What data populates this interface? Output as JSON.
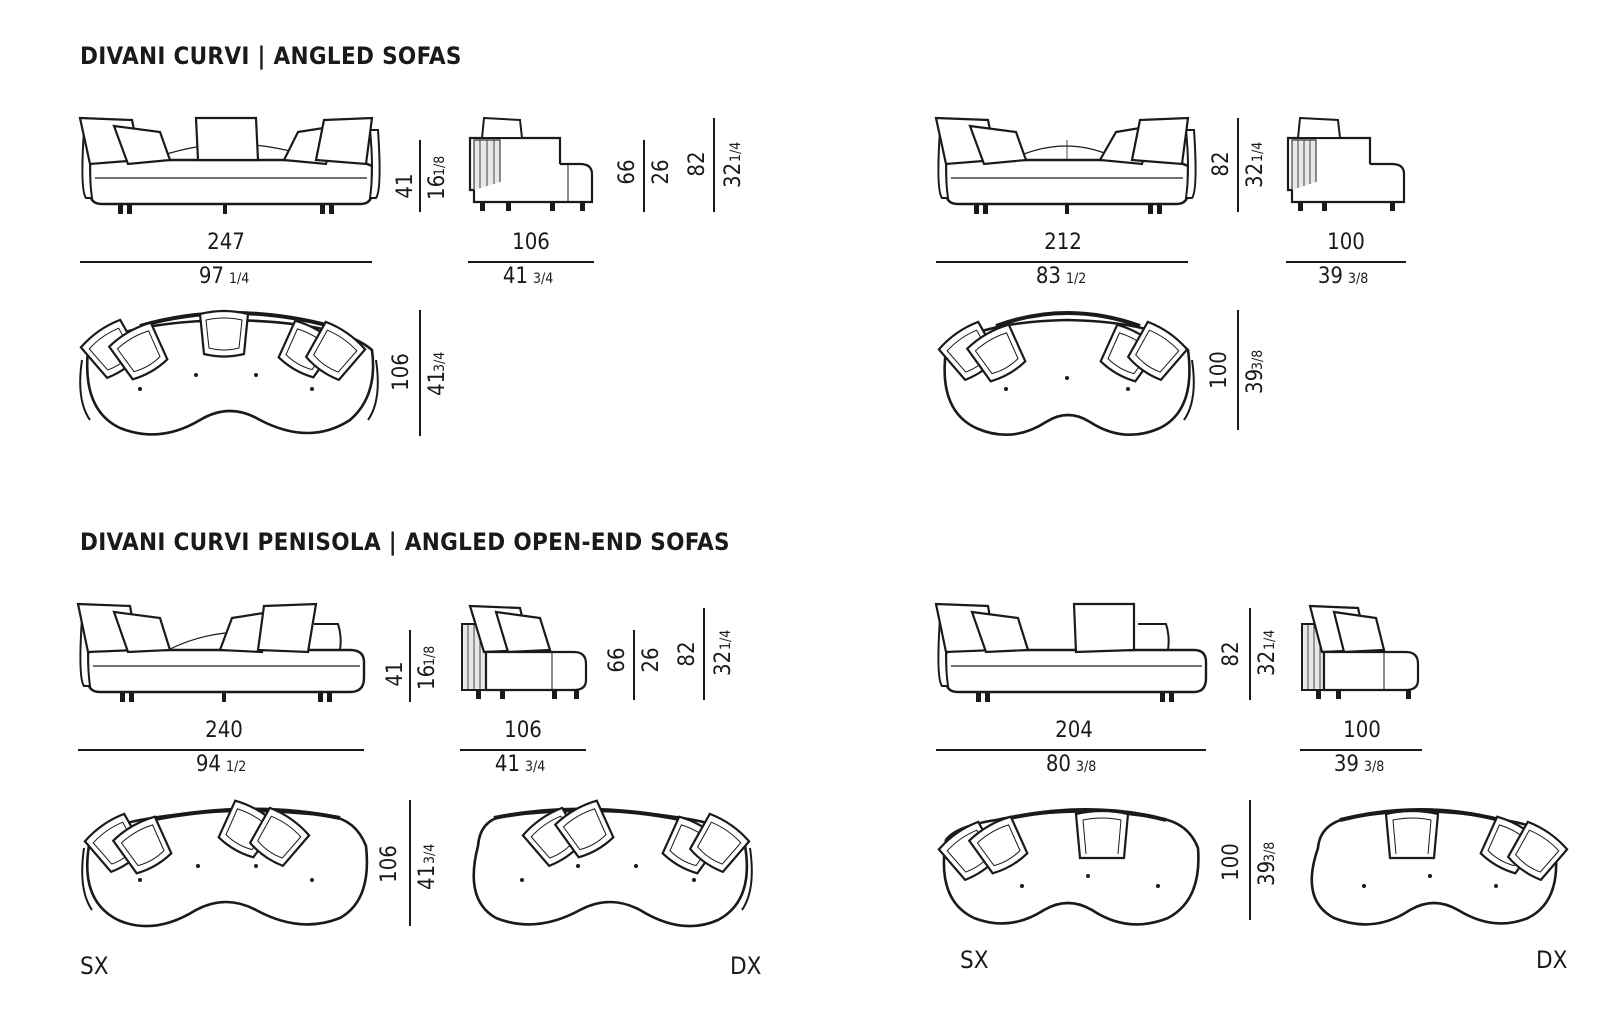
{
  "sections": [
    {
      "title": "DIVANI CURVI | ANGLED SOFAS"
    },
    {
      "title": "DIVANI CURVI PENISOLA | ANGLED OPEN-END SOFAS"
    }
  ],
  "dimensions": {
    "a_width_cm": "247",
    "a_width_in": "97",
    "a_width_in_frac": "1/4",
    "a_height_cm": "41",
    "a_height_in": "16",
    "a_height_in_frac": "1/8",
    "a_depth_side_cm": "106",
    "a_depth_side_in": "41",
    "a_depth_side_in_frac": "3/4",
    "a_seat_h_cm": "66",
    "a_seat_h_in": "26",
    "a_back_h_cm": "82",
    "a_back_h_in": "32",
    "a_back_h_in_frac": "1/4",
    "a_plan_depth_cm": "106",
    "a_plan_depth_in": "41",
    "a_plan_depth_in_frac": "3/4",
    "b_width_cm": "212",
    "b_width_in": "83",
    "b_width_in_frac": "1/2",
    "b_back_h_cm": "82",
    "b_back_h_in": "32",
    "b_back_h_in_frac": "1/4",
    "b_depth_side_cm": "100",
    "b_depth_side_in": "39",
    "b_depth_side_in_frac": "3/8",
    "b_plan_depth_cm": "100",
    "b_plan_depth_in": "39",
    "b_plan_depth_in_frac": "3/8",
    "c_width_cm": "240",
    "c_width_in": "94",
    "c_width_in_frac": "1/2",
    "c_height_cm": "41",
    "c_height_in": "16",
    "c_height_in_frac": "1/8",
    "c_depth_side_cm": "106",
    "c_depth_side_in": "41",
    "c_depth_side_in_frac": "3/4",
    "c_seat_h_cm": "66",
    "c_seat_h_in": "26",
    "c_back_h_cm": "82",
    "c_back_h_in": "32",
    "c_back_h_in_frac": "1/4",
    "c_plan_depth_cm": "106",
    "c_plan_depth_in": "41",
    "c_plan_depth_in_frac": "3/4",
    "d_width_cm": "204",
    "d_width_in": "80",
    "d_width_in_frac": "3/8",
    "d_back_h_cm": "82",
    "d_back_h_in": "32",
    "d_back_h_in_frac": "1/4",
    "d_depth_side_cm": "100",
    "d_depth_side_in": "39",
    "d_depth_side_in_frac": "3/8",
    "d_plan_depth_cm": "100",
    "d_plan_depth_in": "39",
    "d_plan_depth_in_frac": "3/8"
  },
  "orientation_labels": {
    "left": "SX",
    "right": "DX"
  }
}
